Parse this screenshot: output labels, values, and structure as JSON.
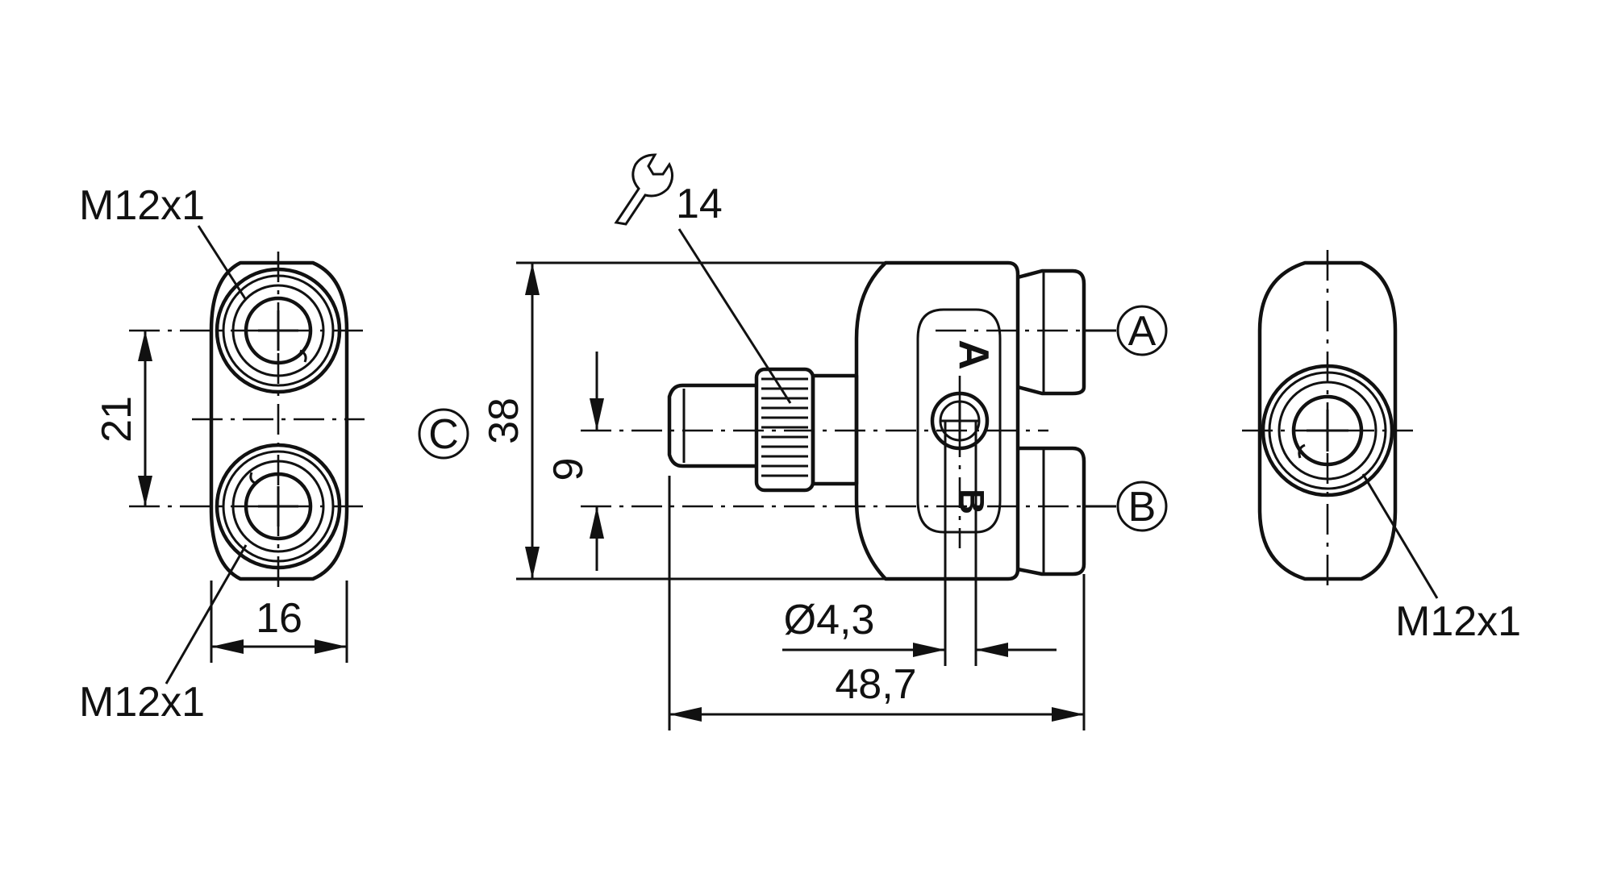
{
  "colors": {
    "line": "#111111",
    "background": "#ffffff"
  },
  "labels": {
    "thread_top_left": "M12x1",
    "thread_bottom_left": "M12x1",
    "thread_right": "M12x1",
    "wrench_size": "14",
    "port_a": "A",
    "port_b": "B",
    "port_c": "C",
    "body_mark_a": "A",
    "body_mark_b": "B"
  },
  "dimensions": {
    "spacing": "21",
    "width_front": "16",
    "height": "38",
    "offset": "9",
    "hole_diameter": "Ø4,3",
    "length": "48,7"
  },
  "icons": {
    "wrench": "wrench-icon"
  }
}
